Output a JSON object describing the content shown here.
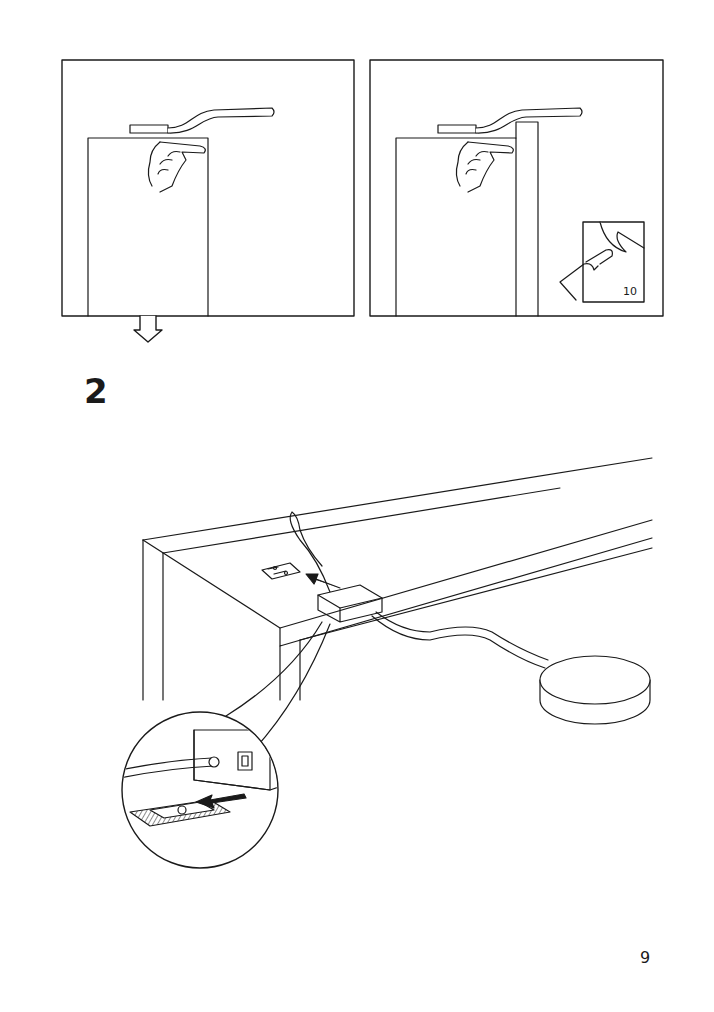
{
  "diagram": {
    "labels": [
      "10",
      "2",
      "9"
    ]
  }
}
